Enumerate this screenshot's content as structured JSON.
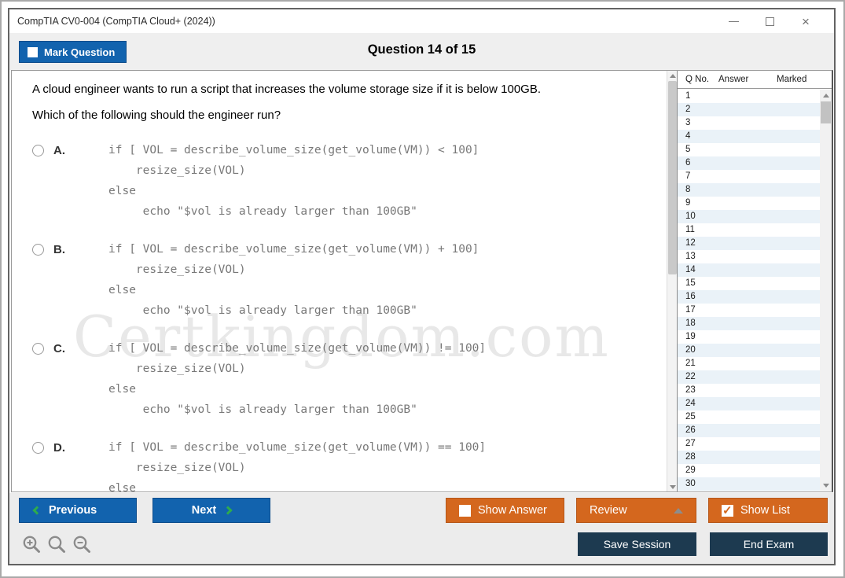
{
  "window": {
    "title": "CompTIA CV0-004 (CompTIA Cloud+ (2024))"
  },
  "header": {
    "mark_question_label": "Mark Question",
    "question_counter": "Question 14 of 15"
  },
  "question": {
    "prompt_line1": "A cloud engineer wants to run a script that increases the volume storage size if it is below 100GB.",
    "prompt_line2": "Which of the following should the engineer run?",
    "options": [
      {
        "letter": "A.",
        "code": [
          "if [ VOL = describe_volume_size(get_volume(VM)) < 100]",
          "    resize_size(VOL)",
          "else",
          "     echo \"$vol is already larger than 100GB\""
        ]
      },
      {
        "letter": "B.",
        "code": [
          "if [ VOL = describe_volume_size(get_volume(VM)) + 100]",
          "    resize_size(VOL)",
          "else",
          "     echo \"$vol is already larger than 100GB\""
        ]
      },
      {
        "letter": "C.",
        "code": [
          "if [ VOL = describe_volume_size(get_volume(VM)) != 100]",
          "    resize_size(VOL)",
          "else",
          "     echo \"$vol is already larger than 100GB\""
        ]
      },
      {
        "letter": "D.",
        "code": [
          "if [ VOL = describe_volume_size(get_volume(VM)) == 100]",
          "    resize_size(VOL)",
          "else"
        ]
      }
    ]
  },
  "watermark": "Certkingdom.com",
  "question_list": {
    "headers": [
      "Q No.",
      "Answer",
      "Marked"
    ],
    "rows": [
      "1",
      "2",
      "3",
      "4",
      "5",
      "6",
      "7",
      "8",
      "9",
      "10",
      "11",
      "12",
      "13",
      "14",
      "15",
      "16",
      "17",
      "18",
      "19",
      "20",
      "21",
      "22",
      "23",
      "24",
      "25",
      "26",
      "27",
      "28",
      "29",
      "30"
    ]
  },
  "footer": {
    "previous_label": "Previous",
    "next_label": "Next",
    "show_answer_label": "Show Answer",
    "review_label": "Review",
    "show_list_label": "Show List",
    "save_session_label": "Save Session",
    "end_exam_label": "End Exam",
    "show_answer_checked": false,
    "show_list_checked": true
  },
  "colors": {
    "blue": "#1263ae",
    "orange": "#d4671e",
    "navy": "#1d3a50",
    "green": "#2eab4d",
    "row_alt": "#eaf2f8"
  }
}
